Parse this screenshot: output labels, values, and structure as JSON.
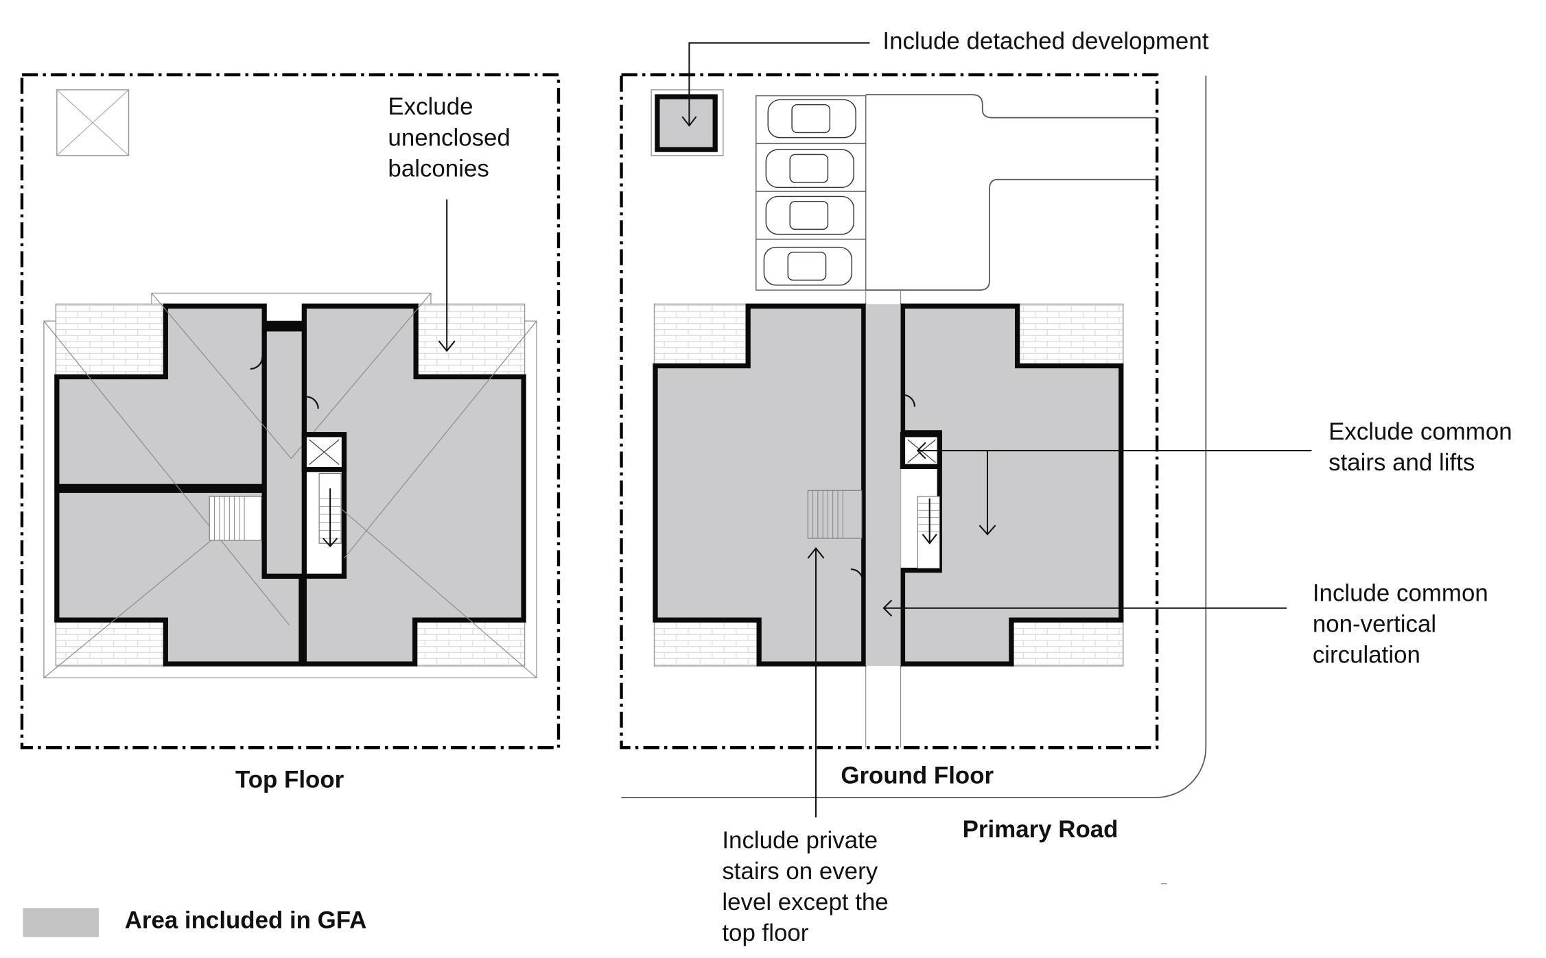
{
  "plans": {
    "top_floor": {
      "title": "Top Floor"
    },
    "ground_floor": {
      "title": "Ground Floor"
    },
    "road": {
      "label": "Primary Road"
    }
  },
  "annotations": {
    "exclude_balconies": [
      "Exclude",
      "unenclosed",
      "balconies"
    ],
    "include_detached": [
      "Include detached development"
    ],
    "exclude_common_stairs": [
      "Exclude common",
      "stairs and lifts"
    ],
    "include_circulation": [
      "Include common",
      "non-vertical",
      "circulation"
    ],
    "include_private_stairs": [
      "Include private",
      "stairs on every",
      "level except the",
      "top floor"
    ]
  },
  "legend": {
    "label": "Area included in GFA",
    "swatch_color": "#c3c3c3"
  },
  "colors": {
    "gfa_fill": "#cbcbcd",
    "wall": "#0a0a0a",
    "background": "#ffffff"
  },
  "parking": {
    "car_count": 4
  }
}
